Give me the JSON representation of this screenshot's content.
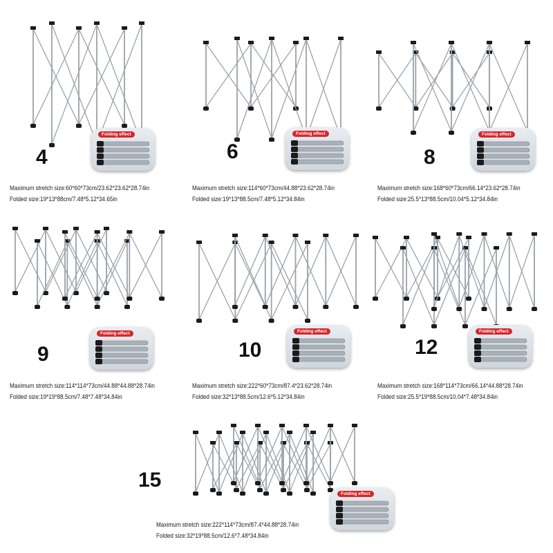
{
  "badge_label": "Folding effect",
  "colors": {
    "frame": "#9aa3ab",
    "foot": "#1b1b1b",
    "badge": "#d7262b"
  },
  "products": [
    {
      "count": "4",
      "stretch": "Maximum stretch size:60*60*73cm/23.62*23.62*28.74in",
      "folded": "Folded size:19*13*88cm/7.48*5.12*34.65in"
    },
    {
      "count": "6",
      "stretch": "Maximum stretch size:114*60*73cm/44.88*23.62*28.74in",
      "folded": "Folded size:19*13*88.5cm/7.48*5.12*34.84in"
    },
    {
      "count": "8",
      "stretch": "Maximum stretch size:168*60*73cm/66.14*23.62*28.74in",
      "folded": "Folded size:25.5*13*88.5cm/10.04*5.12*34.84in"
    },
    {
      "count": "9",
      "stretch": "Maximum stretch size:114*114*73cm/44.88*44.88*28.74in",
      "folded": "Folded size:19*19*88.5cm/7.48*7.48*34.84in"
    },
    {
      "count": "10",
      "stretch": "Maximum stretch size:222*60*73cm/87.4*23.62*28.74in",
      "folded": "Folded size:32*13*88.5cm/12.6*5.12*34.84in"
    },
    {
      "count": "12",
      "stretch": "Maximum stretch size:168*114*73cm/66.14*44.88*28.74in",
      "folded": "Folded size:25.5*19*88.5cm/10.04*7.48*34.84in"
    },
    {
      "count": "15",
      "stretch": "Maximum stretch size:222*114*73cm/87.4*44.88*28.74in",
      "folded": "Folded size:32*19*88.5cm/12.6*7.48*34.84in"
    }
  ]
}
